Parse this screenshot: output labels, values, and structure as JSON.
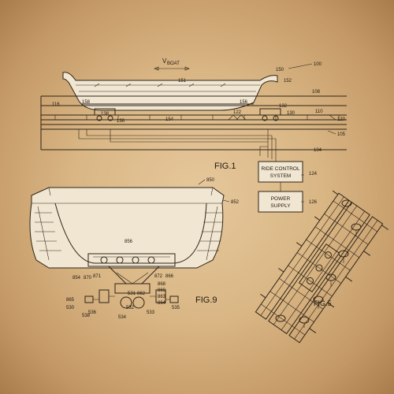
{
  "figures": {
    "fig1": "FIG.1",
    "fig9": "FIG.9",
    "fig5": "FIG.5"
  },
  "boxes": {
    "ride_control_line1": "RIDE CONTROL",
    "ride_control_line2": "SYSTEM",
    "power_supply_line1": "POWER",
    "power_supply_line2": "SUPPLY"
  },
  "axis_label": {
    "v": "V",
    "sub": "BOAT"
  },
  "labels_fig1": [
    "100",
    "151",
    "150",
    "152",
    "108",
    "116",
    "158",
    "138",
    "136",
    "154",
    "122",
    "132",
    "130",
    "110",
    "120",
    "105",
    "156",
    "104",
    "124",
    "126"
  ],
  "labels_fig9": [
    "850",
    "852",
    "856",
    "854",
    "870",
    "871",
    "872",
    "866",
    "868",
    "860",
    "862",
    "863",
    "864",
    "865",
    "530",
    "531",
    "532",
    "533",
    "534",
    "538",
    "536",
    "535"
  ],
  "colors": {
    "paper_center": "#e6c89c",
    "paper_edge": "#a97c4c",
    "ink": "#2e2418",
    "highlight": "#f1e6d2"
  }
}
